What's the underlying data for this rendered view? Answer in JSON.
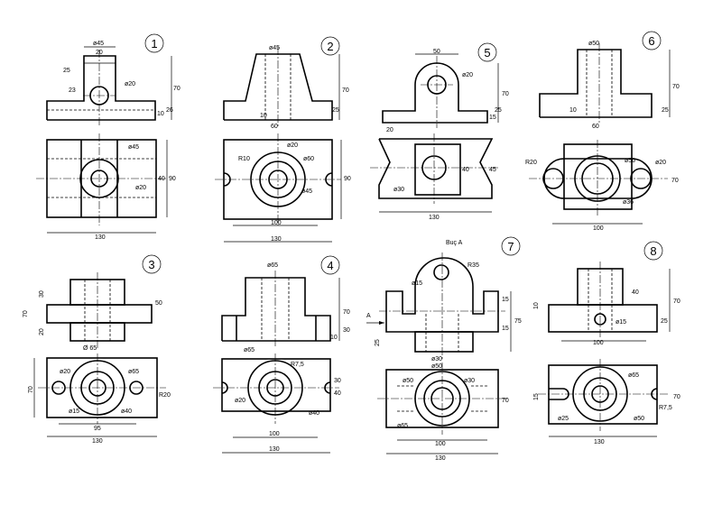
{
  "figures": [
    {
      "number": "1",
      "dims": [
        "ø45",
        "20",
        "25",
        "23",
        "ø20",
        "70",
        "10",
        "26",
        "ø45",
        "40",
        "90",
        "ø20",
        "130"
      ]
    },
    {
      "number": "2",
      "dims": [
        "ø45",
        "70",
        "25",
        "10",
        "60",
        "ø20",
        "R10",
        "ø60",
        "90",
        "ø45",
        "100",
        "130"
      ]
    },
    {
      "number": "3",
      "dims": [
        "30",
        "50",
        "70",
        "20",
        "Ø 65",
        "ø20",
        "ø65",
        "70",
        "R20",
        "ø15",
        "ø40",
        "95",
        "130"
      ]
    },
    {
      "number": "4",
      "dims": [
        "ø65",
        "70",
        "30",
        "10",
        "ø65",
        "R7,5",
        "30",
        "40",
        "ø20",
        "ø40",
        "100",
        "130"
      ]
    },
    {
      "number": "5",
      "dims": [
        "50",
        "ø20",
        "70",
        "15",
        "25",
        "20",
        "ø30",
        "40",
        "45",
        "130"
      ]
    },
    {
      "number": "6",
      "dims": [
        "ø50",
        "70",
        "25",
        "10",
        "60",
        "R20",
        "ø50",
        "ø20",
        "70",
        "ø36",
        "100"
      ]
    },
    {
      "number": "7",
      "label": "Buç A",
      "dims": [
        "R35",
        "ø15",
        "15",
        "75",
        "15",
        "25",
        "ø30",
        "ø50",
        "ø50",
        "ø30",
        "70",
        "ø65",
        "100",
        "130",
        "A"
      ]
    },
    {
      "number": "8",
      "dims": [
        "40",
        "70",
        "10",
        "25",
        "ø15",
        "100",
        "ø65",
        "15",
        "70",
        "R7,5",
        "ø25",
        "ø50",
        "130"
      ]
    }
  ]
}
